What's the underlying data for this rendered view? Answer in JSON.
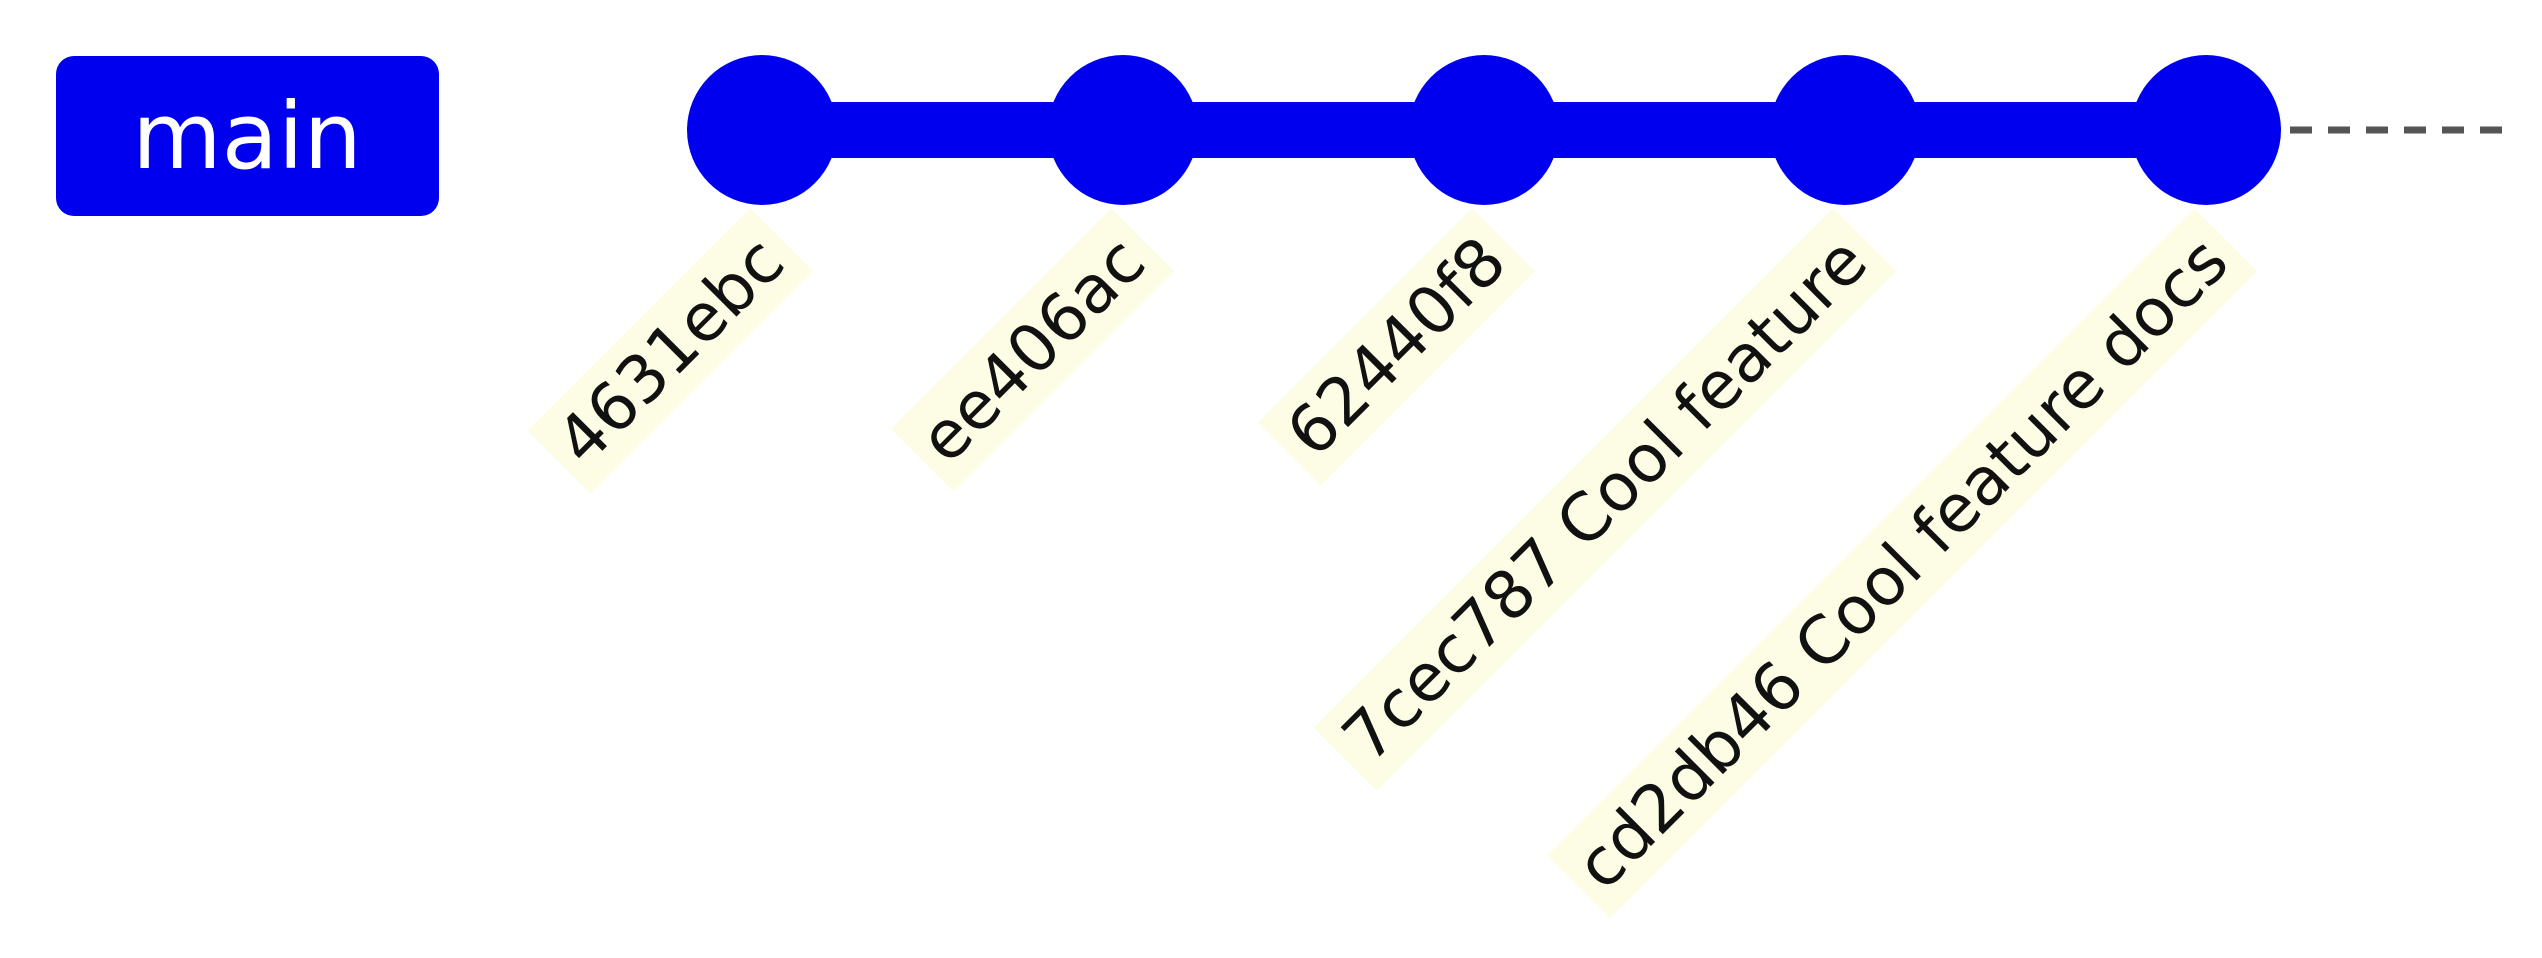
{
  "branch": {
    "name": "main",
    "color": "#0000ee",
    "label_text_color": "#ffffff"
  },
  "commits": [
    {
      "label": "4631ebc"
    },
    {
      "label": "ee406ac"
    },
    {
      "label": "62440f8"
    },
    {
      "label": "7cec787 Cool feature"
    },
    {
      "label": "cd2db46 Cool feature docs"
    }
  ],
  "continuation": {
    "style": "dashed",
    "color": "#555555"
  },
  "commit_label_background": "#fdfde6"
}
